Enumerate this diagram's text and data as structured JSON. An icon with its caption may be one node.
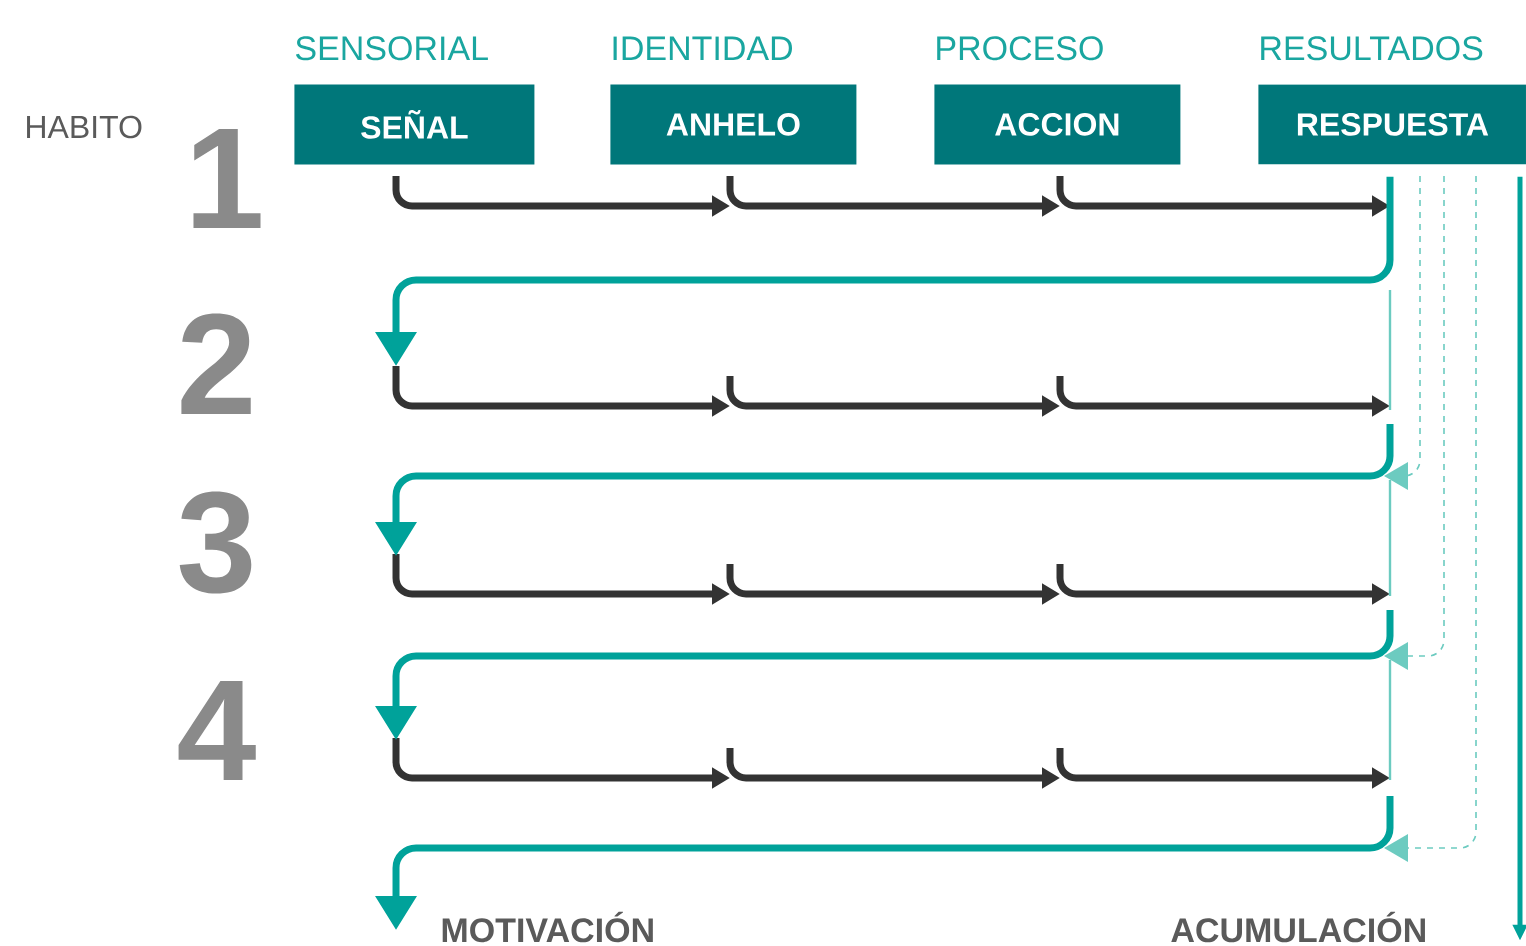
{
  "diagram": {
    "nodes": [
      {
        "text": [
          "SEÑAL"
        ],
        "beside": [
          "SENSORIAL"
        ]
      },
      {
        "text": [
          "ANHELO"
        ],
        "beside": [
          "IDENTIDAD"
        ]
      },
      {
        "text": [
          "ACCION"
        ],
        "beside": [
          "PROCESO"
        ]
      },
      {
        "text": [
          "RESPUESTA"
        ],
        "beside": [
          "RESULTADOS"
        ]
      }
    ],
    "edges": [
      {
        "from": 0,
        "to": 1,
        "arrow": "to"
      },
      {
        "from": 1,
        "to": 2,
        "arrow": "to"
      },
      {
        "from": 2,
        "to": 3,
        "arrow": "to"
      },
      {
        "from": 3,
        "to": null,
        "arrow": "to",
        "color": "#00a29a"
      },
      {
        "from": 3,
        "to": null,
        "arrow": "to",
        "color": "#00a29a"
      }
    ],
    "labels": [
      "HABITO",
      "1",
      "2",
      "3",
      "4",
      "MOTIVACIÓN",
      "ACUMULACIÓN"
    ]
  }
}
